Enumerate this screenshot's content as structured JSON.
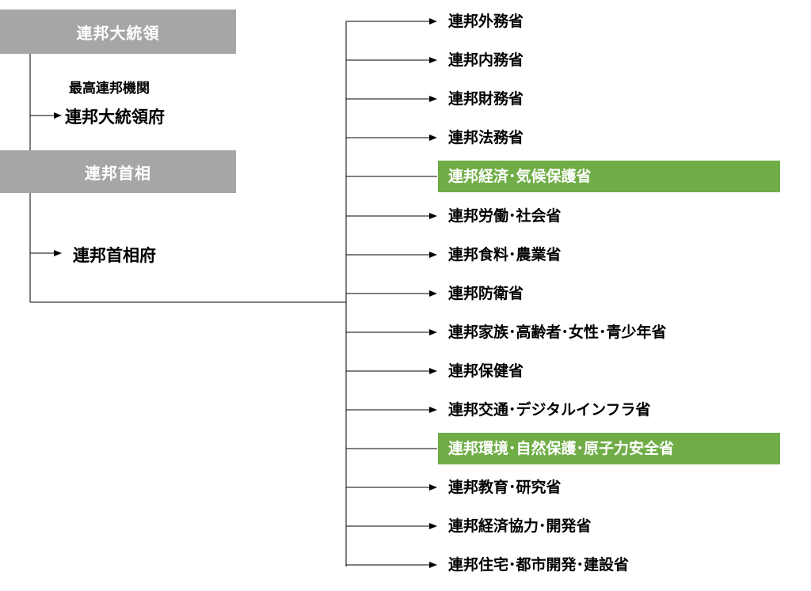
{
  "president": {
    "title": "連邦大統領"
  },
  "supreme_label": "最高連邦機関",
  "president_office": "連邦大統領府",
  "chancellor": {
    "title": "連邦首相"
  },
  "chancellor_office": "連邦首相府",
  "highlight_color": "#70ad47",
  "box_color": "#a6a6a6",
  "ministries": [
    {
      "name": "連邦外務省",
      "highlighted": false
    },
    {
      "name": "連邦内務省",
      "highlighted": false
    },
    {
      "name": "連邦財務省",
      "highlighted": false
    },
    {
      "name": "連邦法務省",
      "highlighted": false
    },
    {
      "name": "連邦経済･気候保護省",
      "highlighted": true
    },
    {
      "name": "連邦労働･社会省",
      "highlighted": false
    },
    {
      "name": "連邦食料･農業省",
      "highlighted": false
    },
    {
      "name": "連邦防衛省",
      "highlighted": false
    },
    {
      "name": "連邦家族･高齢者･女性･青少年省",
      "highlighted": false
    },
    {
      "name": "連邦保健省",
      "highlighted": false
    },
    {
      "name": "連邦交通･デジタルインフラ省",
      "highlighted": false
    },
    {
      "name": "連邦環境･自然保護･原子力安全省",
      "highlighted": true
    },
    {
      "name": "連邦教育･研究省",
      "highlighted": false
    },
    {
      "name": "連邦経済協力･開発省",
      "highlighted": false
    },
    {
      "name": "連邦住宅･都市開発･建設省",
      "highlighted": false
    }
  ]
}
